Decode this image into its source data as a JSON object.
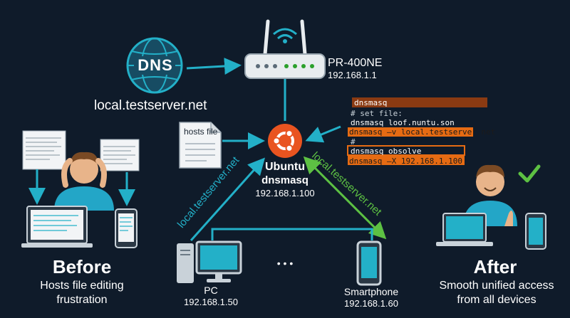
{
  "dns": {
    "label": "DNS",
    "domain": "local.testserver.net"
  },
  "router": {
    "name": "PR-400NE",
    "ip": "192.168.1.1"
  },
  "hosts": {
    "label": "hosts file"
  },
  "server": {
    "name": "Ubuntu",
    "service": "dnsmasq",
    "ip": "192.168.1.100"
  },
  "terminal": {
    "lines": [
      "dnsmasq",
      "# set file:",
      "dnsmasq loof.nuntu.son",
      "dnsmasq –v local.testserver.net",
      "#",
      "dnsmasq obsolve",
      "dnsmasq –X  192.168.1.100"
    ]
  },
  "arrows": {
    "left_label": "local.testserver.net",
    "right_label": "local.testserver.net"
  },
  "pc": {
    "label": "PC",
    "ip": "192.168.1.50"
  },
  "ellipsis": "• • •",
  "smartphone": {
    "label": "Smartphone",
    "ip": "192.168.1.60"
  },
  "before": {
    "title": "Before",
    "line1": "Hosts file editing",
    "line2": "frustration"
  },
  "after": {
    "title": "After",
    "line1": "Smooth unified access",
    "line2": "from all devices"
  },
  "colors": {
    "background": "#0f1b2a",
    "teal": "#23b0c8",
    "green": "#5dc143",
    "orange": "#e66b13",
    "ubuntu": "#e95420"
  }
}
